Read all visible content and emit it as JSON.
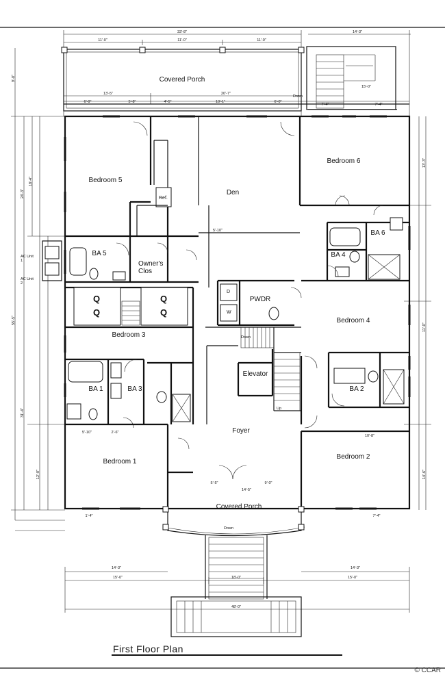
{
  "title": "First Floor Plan",
  "copyright": "© CCAR",
  "rooms": {
    "covered_porch_top": "Covered Porch",
    "bedroom5": "Bedroom 5",
    "bedroom6": "Bedroom 6",
    "den": "Den",
    "ba5": "BA 5",
    "owners_clos": "Owner's Clos",
    "ba6": "BA 6",
    "ba4": "BA 4",
    "pwdr": "PWDR",
    "bedroom3": "Bedroom 3",
    "bedroom4": "Bedroom 4",
    "elevator": "Elevator",
    "ba1": "BA 1",
    "ba3": "BA 3",
    "ba2": "BA 2",
    "foyer": "Foyer",
    "bedroom1": "Bedroom 1",
    "bedroom2": "Bedroom 2",
    "covered_porch_bottom": "Covered Porch"
  },
  "labels": {
    "ref": "Ref.",
    "q1a": "Q",
    "q1b": "Q",
    "q2a": "Q",
    "q2b": "Q",
    "w": "W",
    "d": "D",
    "down1": "Down",
    "down2": "Down",
    "down3": "Down",
    "up": "Up",
    "ac1": "AC Unit 1",
    "ac2": "AC Unit 2"
  },
  "dims": {
    "top_total": "33'-8\"",
    "top_right": "14'-3\"",
    "t1": "11'-0\"",
    "t2": "11'-0\"",
    "t3": "11'-0\"",
    "porch_l": "13'-5\"",
    "porch_r": "20'-7\"",
    "stair": "15'-0\"",
    "s1": "6'-9\"",
    "s2": "5'-8\"",
    "s3": "4'-5\"",
    "s4": "10'-1\"",
    "s5": "6'-0\"",
    "s6": "7'-4\"",
    "s7": "7'-4\"",
    "left_total": "55'-5\"",
    "left_a": "24'-3\"",
    "left_b": "18'-4\"",
    "left_c": "31'-4\"",
    "left_d": "12'-0\"",
    "left_top": "9'-0\"",
    "right_a": "13'-3\"",
    "right_b": "11'-0\"",
    "right_c": "14'-6\"",
    "b1": "14'-3\"",
    "b2": "14'-3\"",
    "b3": "15'-0\"",
    "b4": "18'-0\"",
    "b5": "15'-0\"",
    "b6": "48'-0\"",
    "den_w": "5'-10\"",
    "foy1": "5'-5\"",
    "foy2": "9'-0\"",
    "foy3": "14'-5\"",
    "ba1_w": "5'-10\"",
    "ba3_w": "2'-6\"",
    "bd2_w": "10'-8\"",
    "bd1_w": "1'-4\"",
    "bd2_l": "7'-4\""
  }
}
